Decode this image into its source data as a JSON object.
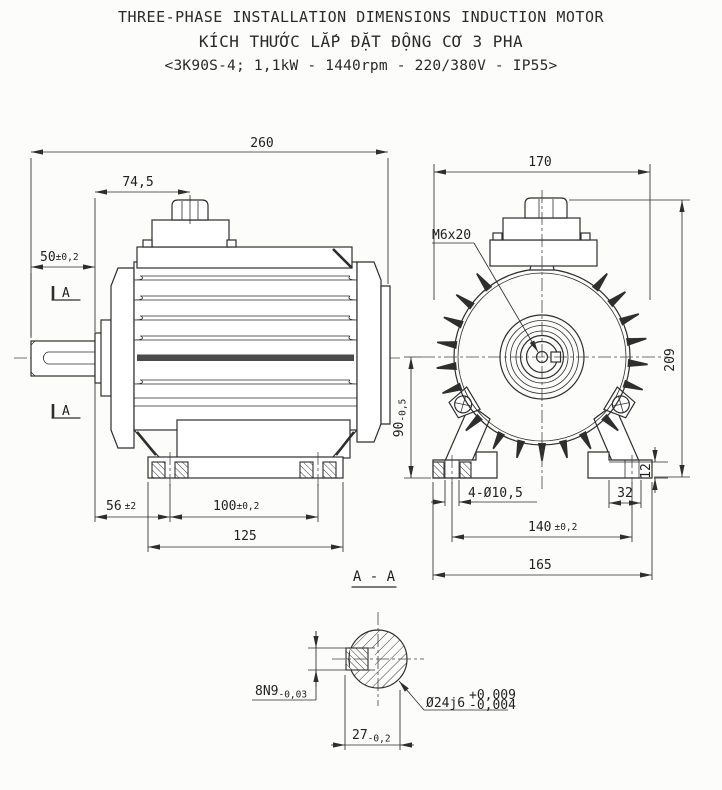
{
  "title": {
    "line1": "THREE-PHASE INSTALLATION DIMENSIONS INDUCTION MOTOR",
    "line2": "KÍCH THƯỚC LẮP ĐẶT ĐỘNG CƠ 3 PHA",
    "line3": "<3K90S-4; 1,1kW - 1440rpm - 220/380V - IP55>"
  },
  "side_view": {
    "section_marker": "A",
    "dims": {
      "overall_length": "260",
      "box_center": "74,5",
      "shaft_ext": [
        "50",
        "±0,2"
      ],
      "shaft_to_hole": [
        "56",
        "±2"
      ],
      "hole_spacing": [
        "100",
        "±0,2"
      ],
      "foot_length": "125"
    }
  },
  "front_view": {
    "dims": {
      "width_over_fins": "170",
      "tap_hole": "M6x20",
      "shaft_height": [
        "90",
        "-0,5"
      ],
      "overall_height": "209",
      "foot_thickness": "12",
      "foot_step": "32",
      "foot_holes": "4-Ø10,5",
      "hole_span": [
        "140",
        "±0,2"
      ],
      "foot_width": "165"
    }
  },
  "section_view": {
    "label": "A - A",
    "keyway": [
      "8N9",
      "-0,03"
    ],
    "shaft_dia": [
      "Ø24j6",
      "+0,009",
      "-0,004"
    ],
    "key_height": [
      "27",
      "-0,2"
    ]
  }
}
